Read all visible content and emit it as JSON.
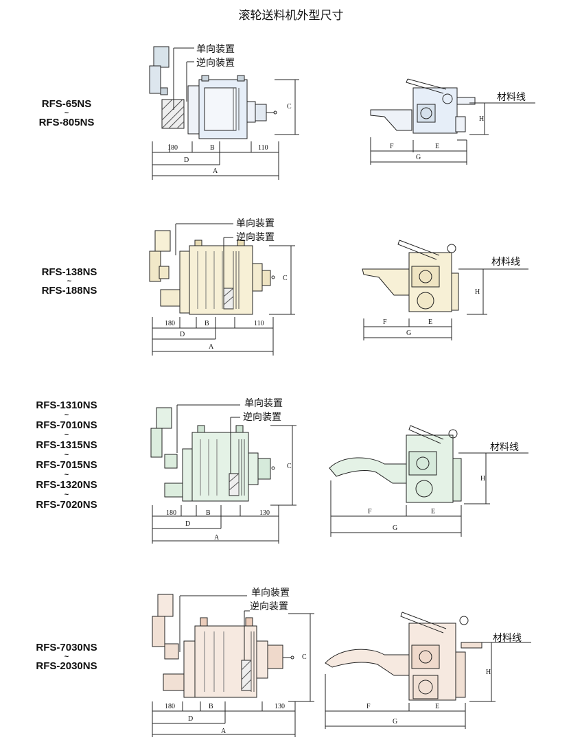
{
  "title": "滚轮送料机外型尺寸",
  "labels": {
    "one_way": "单向装置",
    "reverse": "逆向装置",
    "material_line": "材料线",
    "tilde": "~"
  },
  "dims": {
    "A": "A",
    "B": "B",
    "C": "C",
    "D": "D",
    "E": "E",
    "F": "F",
    "G": "G",
    "H": "H",
    "d180": "180",
    "d110": "110",
    "d130": "130"
  },
  "sections": [
    {
      "models": [
        "RFS-65NS",
        "RFS-805NS"
      ],
      "right_dim": "110",
      "body_color": "#e6eef8"
    },
    {
      "models": [
        "RFS-138NS",
        "RFS-188NS"
      ],
      "right_dim": "110",
      "body_color": "#f7f0d6"
    },
    {
      "models": [
        "RFS-1310NS",
        "RFS-7010NS",
        "RFS-1315NS",
        "RFS-7015NS",
        "RFS-1320NS",
        "RFS-7020NS"
      ],
      "right_dim": "130",
      "body_color": "#e4f2e6"
    },
    {
      "models": [
        "RFS-7030NS",
        "RFS-2030NS"
      ],
      "right_dim": "130",
      "body_color": "#f6e9e0"
    }
  ]
}
